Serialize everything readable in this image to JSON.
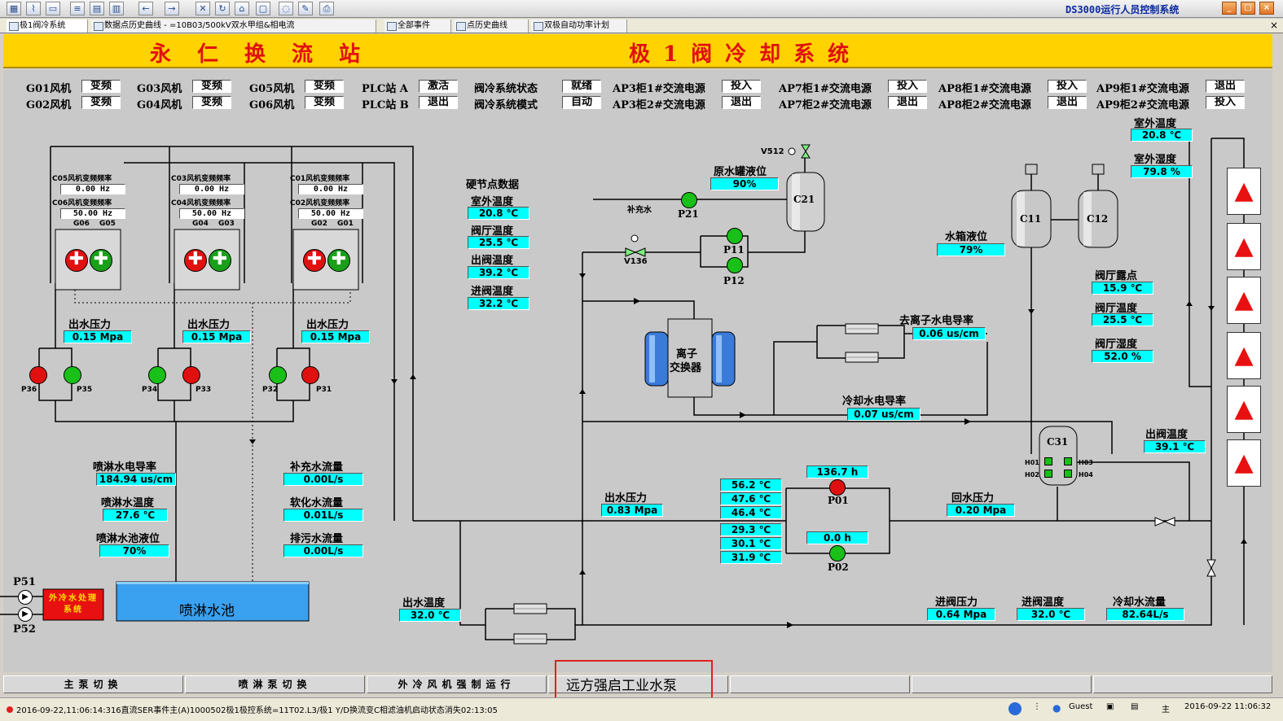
{
  "app_title": "DS3000运行人员控制系统",
  "colors": {
    "header_bg": "#ffd200",
    "title_red": "#e01010",
    "value_cyan": "#00ffff",
    "pump_red": "#e01010",
    "pump_green": "#18c018",
    "heater_red": "#e81010"
  },
  "tabs": [
    {
      "label": "极1阀冷系统"
    },
    {
      "label": "数据点历史曲线 - =10B03/500kV双水甲组&相电流"
    },
    {
      "label": "全部事件"
    },
    {
      "label": "点历史曲线"
    },
    {
      "label": "双极自动功率计划"
    }
  ],
  "header": {
    "station": "永仁换流站",
    "system": "极1阀冷却系统"
  },
  "fans": [
    {
      "label": "G01风机",
      "mode": "变频"
    },
    {
      "label": "G02风机",
      "mode": "变频"
    },
    {
      "label": "G03风机",
      "mode": "变频"
    },
    {
      "label": "G04风机",
      "mode": "变频"
    },
    {
      "label": "G05风机",
      "mode": "变频"
    },
    {
      "label": "G06风机",
      "mode": "变频"
    }
  ],
  "plc": [
    {
      "label": "PLC站 A",
      "state": "激活"
    },
    {
      "label": "PLC站 B",
      "state": "退出"
    }
  ],
  "valve_cooling": [
    {
      "label": "阀冷系统状态",
      "state": "就绪"
    },
    {
      "label": "阀冷系统模式",
      "state": "自动"
    }
  ],
  "power_sources": [
    {
      "label": "AP3柜1#交流电源",
      "state": "投入"
    },
    {
      "label": "AP3柜2#交流电源",
      "state": "退出"
    },
    {
      "label": "AP7柜1#交流电源",
      "state": "投入"
    },
    {
      "label": "AP7柜2#交流电源",
      "state": "退出"
    },
    {
      "label": "AP8柜1#交流电源",
      "state": "投入"
    },
    {
      "label": "AP8柜2#交流电源",
      "state": "退出"
    },
    {
      "label": "AP9柜1#交流电源",
      "state": "退出"
    },
    {
      "label": "AP9柜2#交流电源",
      "state": "投入"
    }
  ],
  "fan_groups": [
    {
      "f1_label": "C05风机变频频率",
      "f1_value": "0.00 Hz",
      "f2_label": "C06风机变频频率",
      "f2_value": "50.00 Hz",
      "g_a": "G06",
      "g_b": "G05",
      "outlet_label": "出水压力",
      "outlet_value": "0.15 Mpa"
    },
    {
      "f1_label": "C03风机变频频率",
      "f1_value": "0.00 Hz",
      "f2_label": "C04风机变频频率",
      "f2_value": "50.00 Hz",
      "g_a": "G04",
      "g_b": "G03",
      "outlet_label": "出水压力",
      "outlet_value": "0.15 Mpa"
    },
    {
      "f1_label": "C01风机变频频率",
      "f1_value": "0.00 Hz",
      "f2_label": "C02风机变频频率",
      "f2_value": "50.00 Hz",
      "g_a": "G02",
      "g_b": "G01",
      "outlet_label": "出水压力",
      "outlet_value": "0.15 Mpa"
    }
  ],
  "spray_pumps": [
    {
      "name": "P36",
      "state": "red"
    },
    {
      "name": "P35",
      "state": "green"
    },
    {
      "name": "P34",
      "state": "green"
    },
    {
      "name": "P33",
      "state": "red"
    },
    {
      "name": "P32",
      "state": "green"
    },
    {
      "name": "P31",
      "state": "red"
    }
  ],
  "hard_node": {
    "title": "硬节点数据",
    "items": [
      {
        "label": "室外温度",
        "value": "20.8 ℃"
      },
      {
        "label": "阀厅温度",
        "value": "25.5 ℃"
      },
      {
        "label": "出阀温度",
        "value": "39.2 ℃"
      },
      {
        "label": "进阀温度",
        "value": "32.2 ℃"
      }
    ]
  },
  "raw_tank": {
    "label": "原水罐液位",
    "value": "90%",
    "valve": "V512",
    "tank": "C21",
    "makeup_label": "补充水",
    "pump": "P21"
  },
  "pumps_small": {
    "p11": "P11",
    "p12": "P12",
    "v136": "V136"
  },
  "ion_exchanger": {
    "line1": "离子",
    "line2": "交换器"
  },
  "deion": {
    "label": "去离子水电导率",
    "value": "0.06 us/cm"
  },
  "cooling_conductivity": {
    "label": "冷却水电导率",
    "value": "0.07 us/cm"
  },
  "expansion": {
    "c11": "C11",
    "c12": "C12",
    "level_label": "水箱液位",
    "level_value": "79%"
  },
  "outdoor": {
    "temp_label": "室外温度",
    "temp_value": "20.8 ℃",
    "hum_label": "室外湿度",
    "hum_value": "79.8 %"
  },
  "valve_hall": {
    "dew_label": "阀厅露点",
    "dew_value": "15.9 ℃",
    "temp_label": "阀厅温度",
    "temp_value": "25.5 ℃",
    "hum_label": "阀厅湿度",
    "hum_value": "52.0 %"
  },
  "outlet_valve_temp": {
    "label": "出阀温度",
    "value": "39.1 ℃"
  },
  "heater": {
    "name": "C31",
    "h1": "H01",
    "h2": "H02",
    "h3": "H03",
    "h4": "H04"
  },
  "main_pumps": {
    "p01": "P01",
    "p01_hours": "136.7 h",
    "p02": "P02",
    "p02_hours": "0.0 h",
    "temps_top": [
      "56.2 ℃",
      "47.6 ℃",
      "46.4 ℃"
    ],
    "temps_bottom": [
      "29.3 ℃",
      "30.1 ℃",
      "31.9 ℃"
    ],
    "outlet_pressure_label": "出水压力",
    "outlet_pressure_value": "0.83 Mpa",
    "return_pressure_label": "回水压力",
    "return_pressure_value": "0.20 Mpa"
  },
  "spray_water": {
    "cond_label": "喷淋水电导率",
    "cond_value": "184.94 us/cm",
    "temp_label": "喷淋水温度",
    "temp_value": "27.6 ℃",
    "level_label": "喷淋水池液位",
    "level_value": "70%",
    "pool_label": "喷淋水池"
  },
  "flows": {
    "makeup_label": "补充水流量",
    "makeup_value": "0.00L/s",
    "soft_label": "软化水流量",
    "soft_value": "0.01L/s",
    "drain_label": "排污水流量",
    "drain_value": "0.00L/s"
  },
  "external_treat": {
    "label": "外冷水处理系统",
    "p51": "P51",
    "p52": "P52"
  },
  "bottom_readings": {
    "outlet_temp_label": "出水温度",
    "outlet_temp_value": "32.0 ℃",
    "in_pressure_label": "进阀压力",
    "in_pressure_value": "0.64 Mpa",
    "in_temp_label": "进阀温度",
    "in_temp_value": "32.0 ℃",
    "flow_label": "冷却水流量",
    "flow_value": "82.64L/s"
  },
  "buttons": {
    "main_pump_switch": "主泵切换",
    "spray_pump_switch": "喷淋泵切换",
    "fan_force_run": "外冷风机强制运行",
    "remote_start": "远方强启工业水泵"
  },
  "status": {
    "message": "2016-09-22,11:06:14:316直流SER事件主(A)1000502极1极控系统=11T02.L3/极1 Y/D换流变C相滤油机启动状态消失02:13:05",
    "user": "Guest",
    "role": "主",
    "datetime": "2016-09-22 11:06:32"
  }
}
